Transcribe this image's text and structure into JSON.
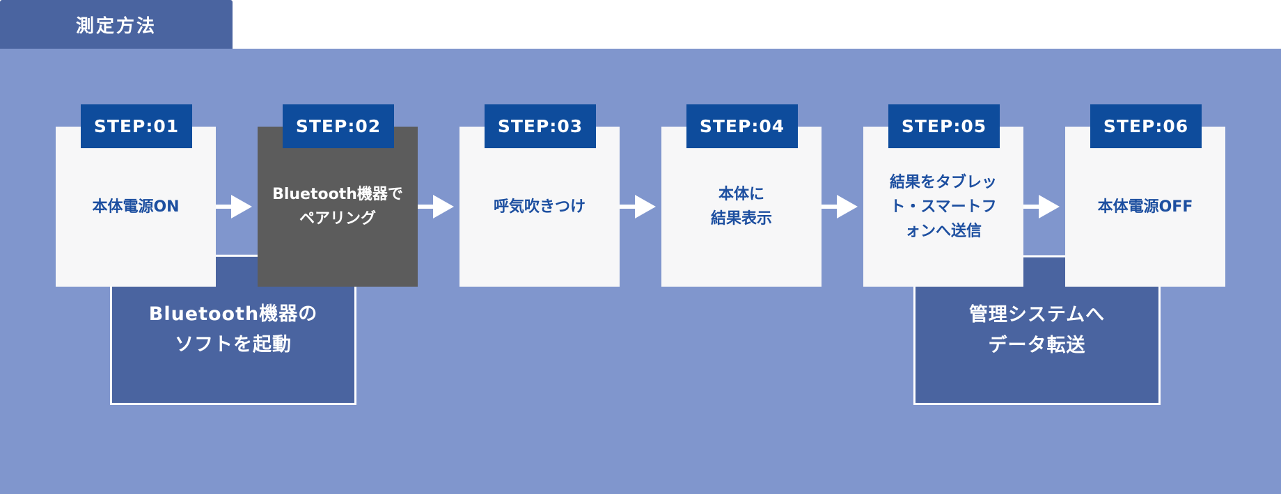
{
  "header": {
    "title": "測定方法"
  },
  "steps": [
    {
      "label": "STEP:01",
      "text": "本体電源ON"
    },
    {
      "label": "STEP:02",
      "text": "Bluetooth機器で\nペアリング"
    },
    {
      "label": "STEP:03",
      "text": "呼気吹きつけ"
    },
    {
      "label": "STEP:04",
      "text": "本体に\n結果表示"
    },
    {
      "label": "STEP:05",
      "text": "結果をタブレッ\nト・スマートフ\nォンへ送信"
    },
    {
      "label": "STEP:06",
      "text": "本体電源OFF"
    }
  ],
  "side_boxes": [
    {
      "text": "Bluetooth機器の\nソフトを起動"
    },
    {
      "text": "管理システムへ\nデータ転送"
    }
  ],
  "colors": {
    "header": "#4a64a0",
    "panel": "#8096cd",
    "step_label": "#0e4c9c",
    "step_text": "#1d4fa0",
    "highlight_box": "#5c5c5c"
  }
}
